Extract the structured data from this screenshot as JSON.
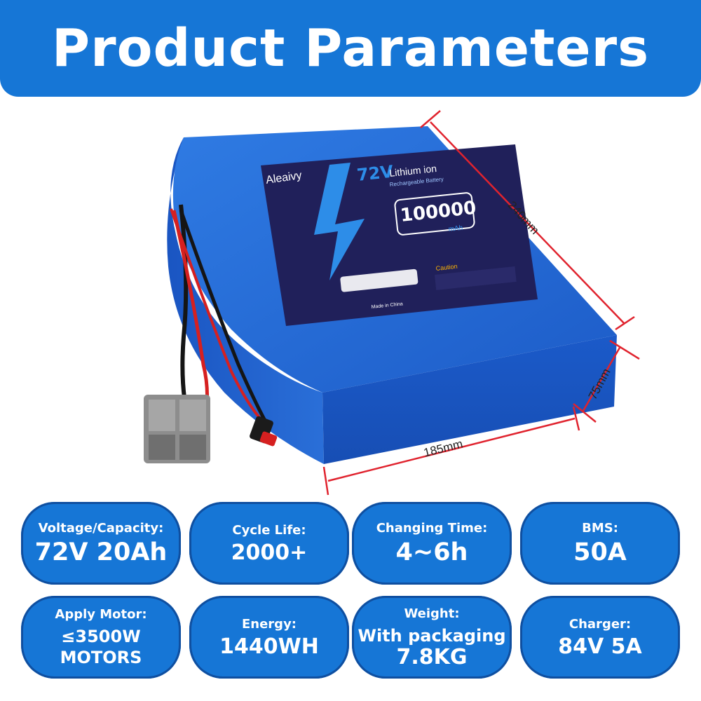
{
  "banner": {
    "title": "Product Parameters"
  },
  "battery": {
    "brand": "Aleaivy",
    "voltage_text": "72V",
    "chem_text": "Lithium ion",
    "sub_text": "Rechargeable Battery",
    "capacity_text": "100000",
    "capacity_unit": "mAh",
    "caution_title": "Caution",
    "made_in": "Made in China"
  },
  "dimensions": {
    "length": "240mm",
    "height": "75mm",
    "width": "185mm"
  },
  "specs": [
    {
      "label": "Voltage/Capacity:",
      "value": "72V 20Ah"
    },
    {
      "label": "Cycle Life:",
      "value": "2000+"
    },
    {
      "label": "Changing Time:",
      "value": "4~6h"
    },
    {
      "label": "BMS:",
      "value": "50A"
    },
    {
      "label": "Apply Motor:",
      "value_line1": "≤3500W",
      "value_line2": "MOTORS"
    },
    {
      "label": "Energy:",
      "value": "1440WH"
    },
    {
      "label": "Weight:",
      "value_line1": "With packaging",
      "value_line2": "7.8KG"
    },
    {
      "label": "Charger:",
      "value": "84V 5A"
    }
  ],
  "colors": {
    "banner": "#1676d6",
    "battery": "#1b5fd0",
    "dimension_line": "#e0232e"
  }
}
